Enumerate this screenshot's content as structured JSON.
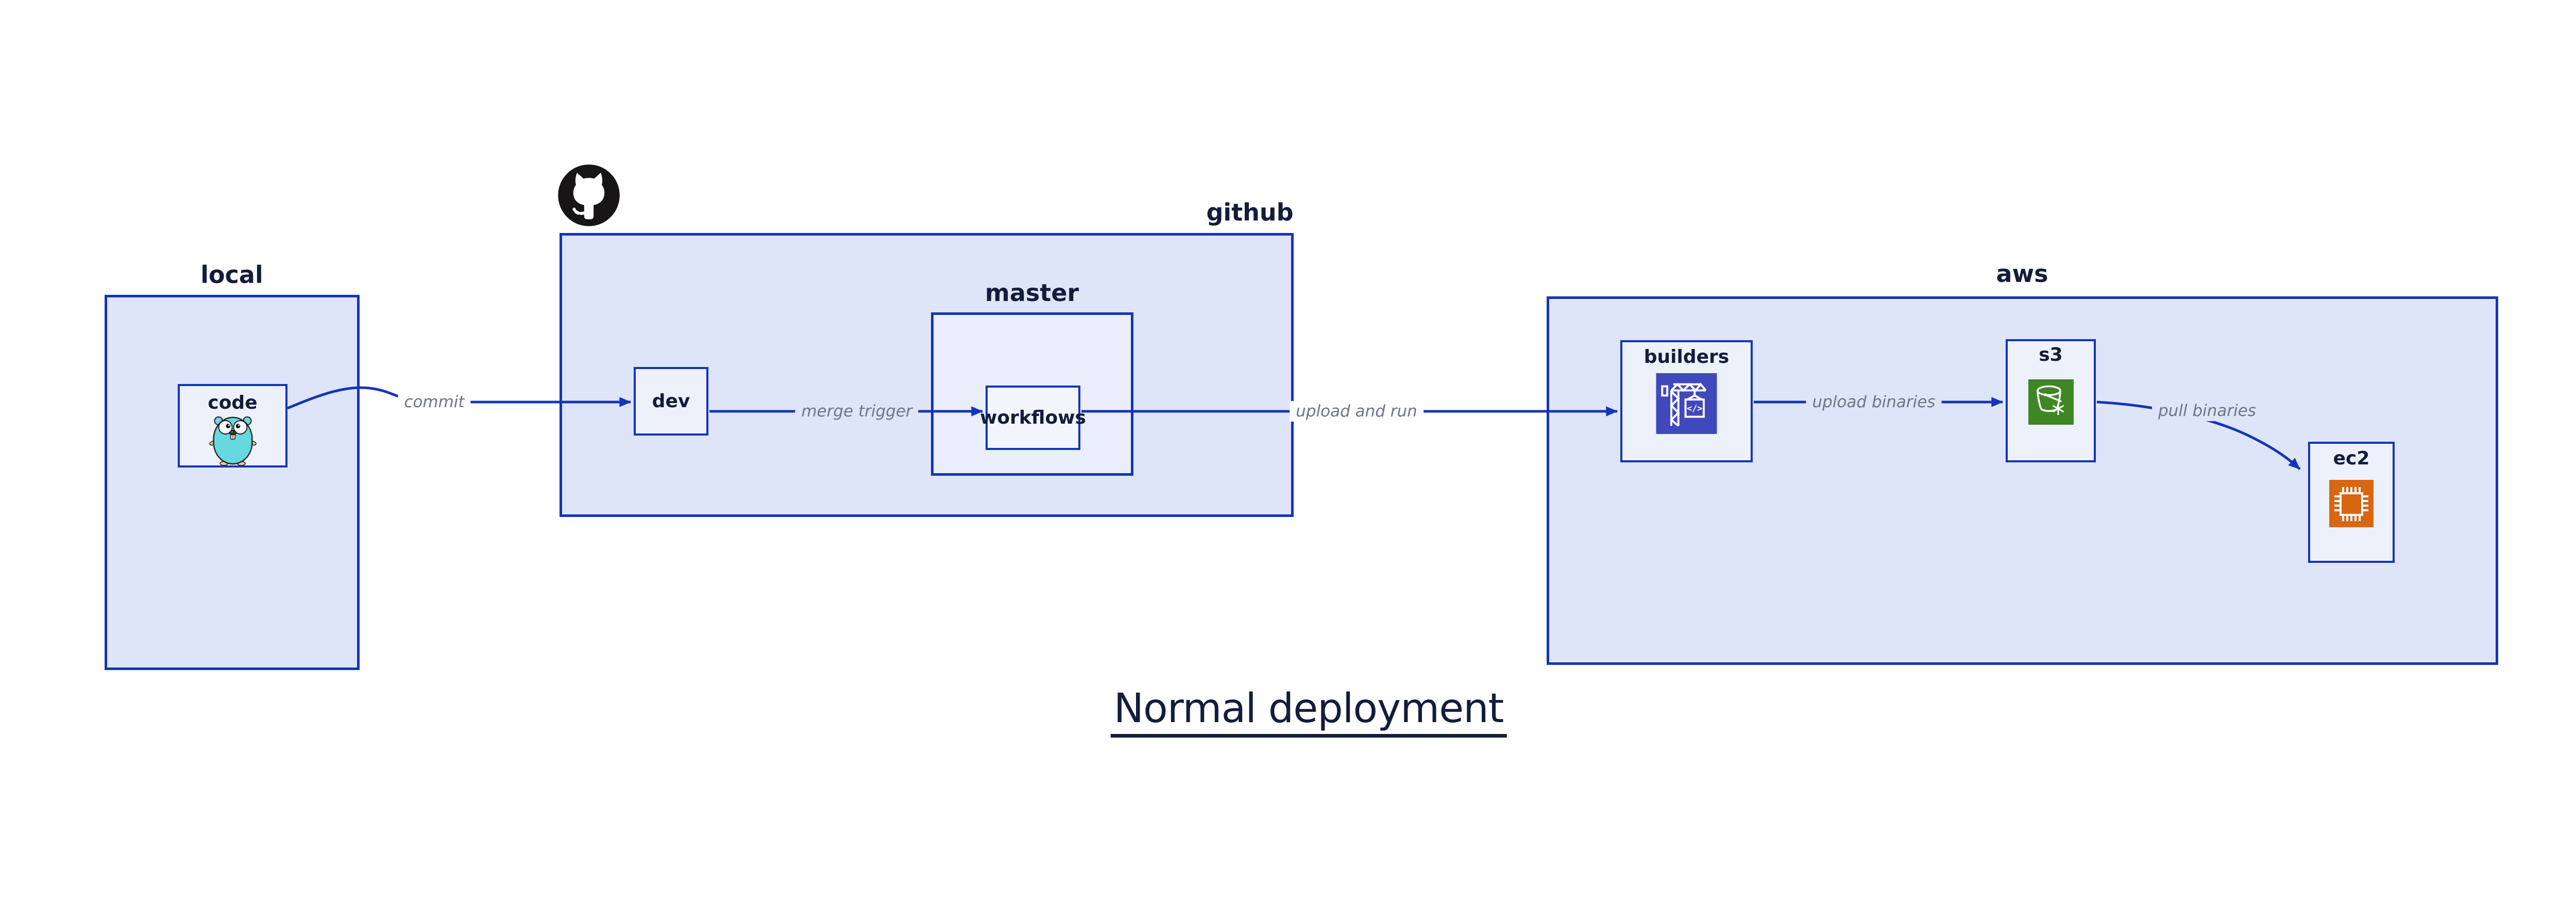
{
  "diagram_title": "Normal deployment",
  "colors": {
    "border": "#1534b8",
    "container-fill": "#dfe5f8",
    "master-fill": "#eaeefb",
    "node-fill": "#edf1fb",
    "workflows-fill": "#f3f5fd",
    "label-text": "#131c3b",
    "edge-label-text": "#6e7585",
    "codebuild-bg": "#4049bc",
    "s3-bg": "#3f8624",
    "ec2-bg": "#d86613",
    "github-logo": "#171515",
    "gopher-body": "#67d7e0"
  },
  "containers": {
    "local": {
      "label": "local"
    },
    "github": {
      "label": "github"
    },
    "master": {
      "label": "master"
    },
    "aws": {
      "label": "aws"
    }
  },
  "nodes": {
    "code": {
      "label": "code",
      "icon": "go-gopher-icon"
    },
    "dev": {
      "label": "dev"
    },
    "workflows": {
      "label": "workflows"
    },
    "builders": {
      "label": "builders",
      "icon": "codebuild-crane-icon",
      "icon_glyph": "</>"
    },
    "s3": {
      "label": "s3",
      "icon": "s3-glacier-bucket-icon"
    },
    "ec2": {
      "label": "ec2",
      "icon": "ec2-chip-icon"
    }
  },
  "edges": [
    {
      "id": "commit",
      "label": "commit",
      "from": "code",
      "to": "dev"
    },
    {
      "id": "merge-trigger",
      "label": "merge trigger",
      "from": "dev",
      "to": "workflows"
    },
    {
      "id": "upload-and-run",
      "label": "upload and run",
      "from": "workflows",
      "to": "builders"
    },
    {
      "id": "upload-binaries",
      "label": "upload binaries",
      "from": "builders",
      "to": "s3"
    },
    {
      "id": "pull-binaries",
      "label": "pull binaries",
      "from": "s3",
      "to": "ec2"
    }
  ]
}
